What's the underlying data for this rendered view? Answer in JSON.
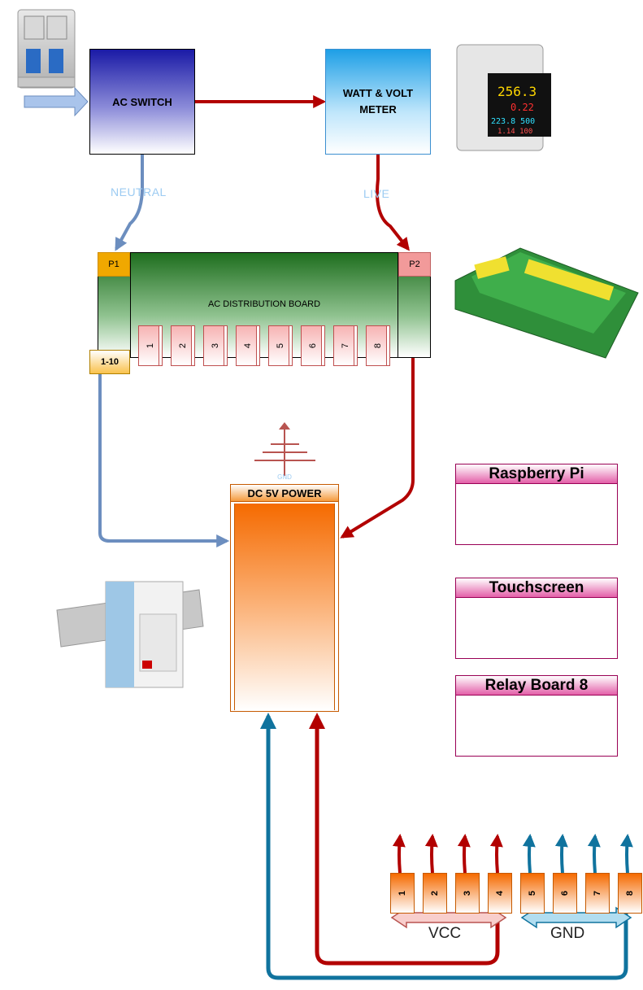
{
  "blocks": {
    "ac_switch": "AC SWITCH",
    "meter_line1": "WATT & VOLT",
    "meter_line2": "METER",
    "dist_board": "AC DISTRIBUTION BOARD",
    "dc_power": "DC 5V POWER",
    "gnd_symbol": "GND"
  },
  "wires": {
    "neutral": "NEUTRAL",
    "live": "LIVE"
  },
  "ports": {
    "p1": "P1",
    "p2": "P2",
    "p110": "1-10"
  },
  "ac_terminals": [
    "1",
    "2",
    "3",
    "4",
    "5",
    "6",
    "7",
    "8"
  ],
  "components": {
    "raspberry_pi": "Raspberry Pi",
    "touchscreen": "Touchscreen",
    "relay_board": "Relay Board 8"
  },
  "bus_terminals": [
    "1",
    "2",
    "3",
    "4",
    "5",
    "6",
    "7",
    "8"
  ],
  "bus": {
    "vcc": "VCC",
    "gnd": "GND"
  },
  "colors": {
    "live": "#b20000",
    "neutral": "#6c8ebf",
    "dc_gnd": "#10739e",
    "input_arrow": "#a9c4eb"
  }
}
